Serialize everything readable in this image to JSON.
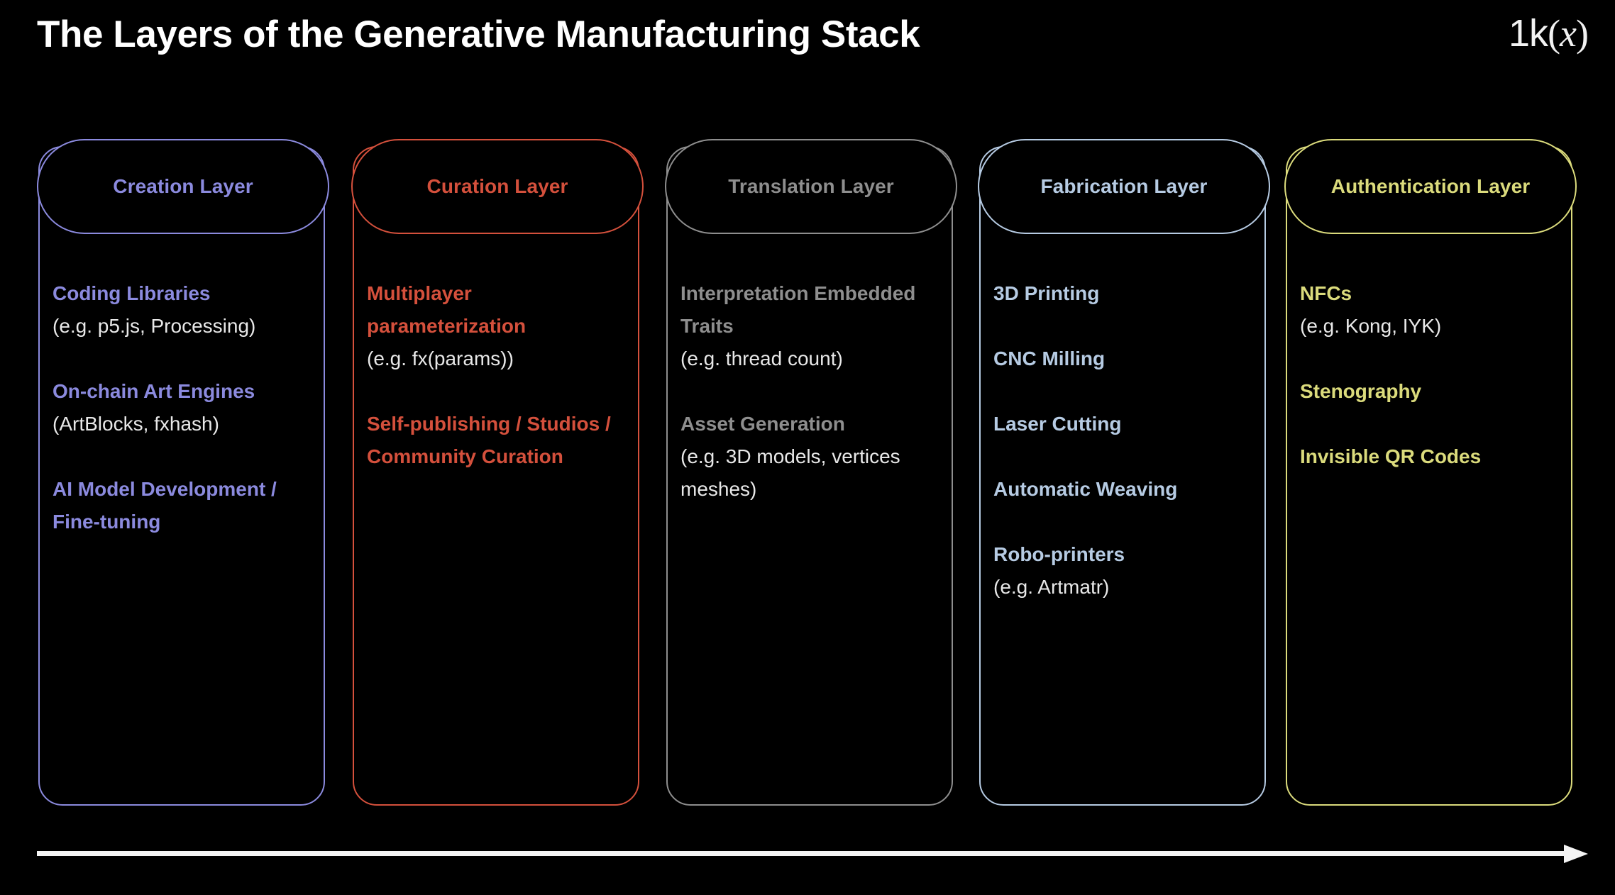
{
  "header": {
    "title": "The Layers of the Generative Manufacturing Stack",
    "logo": {
      "prefix": "1k",
      "open_paren": "(",
      "variable": "x",
      "close_paren": ")"
    }
  },
  "colors": {
    "background": "#000000",
    "title_text": "#ffffff",
    "sub_text": "#e8e8e8",
    "creation": "#8b8ade",
    "curation": "#d4503c",
    "translation": "#8e8e8e",
    "fabrication": "#b6cbe3",
    "authentication": "#dbdb7c",
    "arrow": "#f4f4f4"
  },
  "columns": [
    {
      "title": "Creation Layer",
      "accent": "#8b8ade",
      "items": [
        {
          "head": "Coding Libraries",
          "sub": "(e.g. p5.js, Processing)"
        },
        {
          "head": "On-chain Art Engines",
          "sub": "(ArtBlocks, fxhash)"
        },
        {
          "head": "AI Model Development / Fine-tuning",
          "sub": ""
        }
      ]
    },
    {
      "title": "Curation Layer",
      "accent": "#d4503c",
      "items": [
        {
          "head": "Multiplayer parameterization",
          "sub": "(e.g. fx(params))"
        },
        {
          "head": "Self-publishing / Studios / Community Curation",
          "sub": ""
        }
      ]
    },
    {
      "title": "Translation Layer",
      "accent": "#8e8e8e",
      "items": [
        {
          "head": "Interpretation Embedded Traits",
          "sub": "(e.g. thread count)"
        },
        {
          "head": "Asset Generation",
          "sub": "(e.g. 3D models, vertices meshes)"
        }
      ]
    },
    {
      "title": "Fabrication Layer",
      "accent": "#b6cbe3",
      "items": [
        {
          "head": "3D Printing",
          "sub": ""
        },
        {
          "head": "CNC Milling",
          "sub": ""
        },
        {
          "head": "Laser Cutting",
          "sub": ""
        },
        {
          "head": "Automatic Weaving",
          "sub": ""
        },
        {
          "head": "Robo-printers",
          "sub": "(e.g. Artmatr)"
        }
      ]
    },
    {
      "title": "Authentication Layer",
      "accent": "#dbdb7c",
      "items": [
        {
          "head": "NFCs",
          "sub": "(e.g. Kong, IYK)"
        },
        {
          "head": "Stenography",
          "sub": ""
        },
        {
          "head": "Invisible QR Codes",
          "sub": ""
        }
      ]
    }
  ],
  "flow_arrow": {
    "direction": "left-to-right"
  }
}
